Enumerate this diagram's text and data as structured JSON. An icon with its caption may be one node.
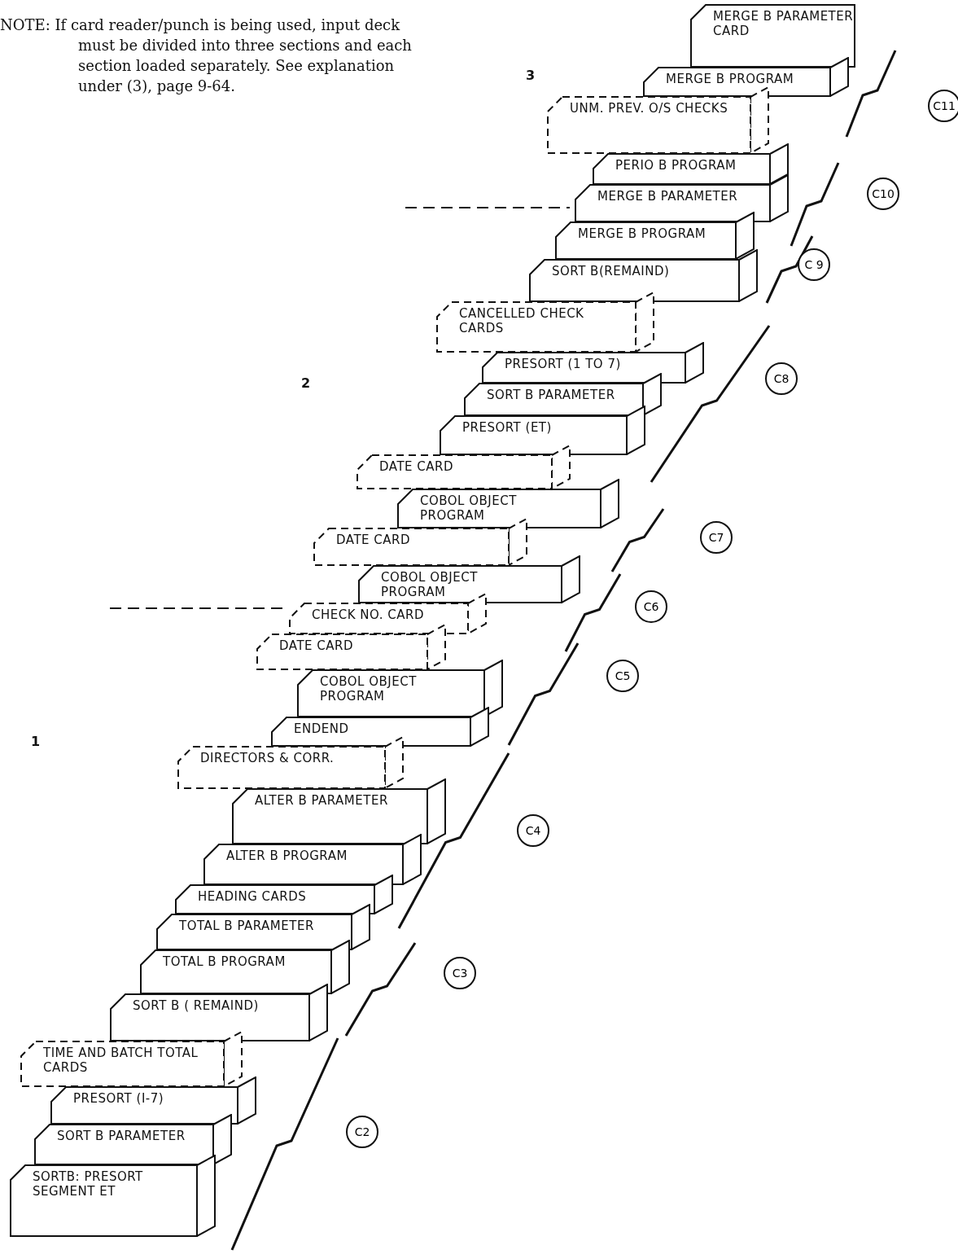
{
  "diagram": {
    "nodes": [
      {
        "text": [
          "MERGE B PARAMETER CARD"
        ]
      },
      {
        "text": [
          "MERGE B PROGRAM"
        ]
      },
      {
        "text": [
          "UNM. PREV. O/S CHECKS"
        ]
      },
      {
        "text": [
          "PERIO B PROGRAM"
        ]
      },
      {
        "text": [
          "MERGE B PARAMETER"
        ]
      },
      {
        "text": [
          "MERGE B PROGRAM"
        ]
      },
      {
        "text": [
          "SORT B(REMAIND)"
        ]
      },
      {
        "text": [
          "CANCELLED CHECK CARDS"
        ]
      },
      {
        "text": [
          "PRESORT (1 TO 7)"
        ]
      },
      {
        "text": [
          "SORT B PARAMETER"
        ]
      },
      {
        "text": [
          "PRESORT (ET)"
        ]
      },
      {
        "text": [
          "DATE CARD"
        ]
      },
      {
        "text": [
          "COBOL OBJECT PROGRAM"
        ]
      },
      {
        "text": [
          "DATE CARD"
        ]
      },
      {
        "text": [
          "COBOL OBJECT PROGRAM"
        ]
      },
      {
        "text": [
          "CHECK NO. CARD"
        ]
      },
      {
        "text": [
          "DATE CARD"
        ]
      },
      {
        "text": [
          "COBOL OBJECT PROGRAM"
        ]
      },
      {
        "text": [
          "ENDEND"
        ]
      },
      {
        "text": [
          "DIRECTORS & CORR."
        ]
      },
      {
        "text": [
          "ALTER B PARAMETER"
        ]
      },
      {
        "text": [
          "ALTER B PROGRAM"
        ]
      },
      {
        "text": [
          "HEADING CARDS"
        ]
      },
      {
        "text": [
          "TOTAL B PARAMETER"
        ]
      },
      {
        "text": [
          "TOTAL B PROGRAM"
        ]
      },
      {
        "text": [
          "SORT B ( REMAIND)"
        ]
      },
      {
        "text": [
          "TIME AND BATCH TOTAL CARDS"
        ]
      },
      {
        "text": [
          "PRESORT (I-7)"
        ]
      },
      {
        "text": [
          "SORT B PARAMETER"
        ]
      },
      {
        "text": [
          "SORTB: PRESORT SEGMENT ET"
        ]
      },
      {
        "text": [
          "C11"
        ]
      },
      {
        "text": [
          "C10"
        ]
      },
      {
        "text": [
          "C 9"
        ]
      },
      {
        "text": [
          "C8"
        ]
      },
      {
        "text": [
          "C7"
        ]
      },
      {
        "text": [
          "C6"
        ]
      },
      {
        "text": [
          "C5"
        ]
      },
      {
        "text": [
          "C4"
        ]
      },
      {
        "text": [
          "C3"
        ]
      },
      {
        "text": [
          "C2"
        ]
      }
    ],
    "labels": [
      "NOTE: If card reader/punch is being used, input deck must be divided into three sections and each section loaded separately. See explanation under (3), page 9-64.",
      "3",
      "2",
      "1"
    ]
  }
}
